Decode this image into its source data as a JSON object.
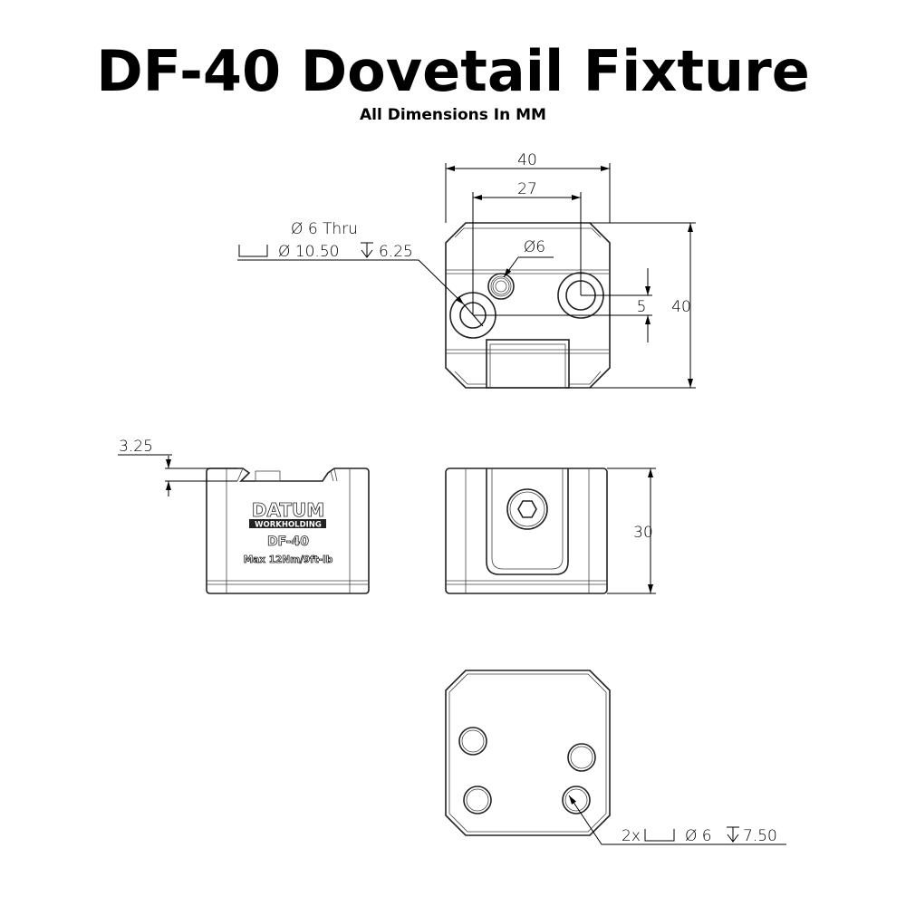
{
  "title": "DF-40 Dovetail Fixture",
  "subtitle": "All Dimensions In MM",
  "dimensions": {
    "top_width": "40",
    "hole_spacing": "27",
    "top_height": "40",
    "hole_offset": "5",
    "small_hole": "Ø6",
    "thru_hole": "Ø 6 Thru",
    "counterbore_dia": "Ø 10.50",
    "counterbore_depth": "6.25",
    "dovetail_depth": "3.25",
    "front_height": "30",
    "bottom_count": "2x",
    "bottom_dia": "Ø 6",
    "bottom_depth": "7.50"
  },
  "engraving": {
    "brand": "DATUM",
    "brand_sub": "WORKHOLDING",
    "model": "DF-40",
    "torque": "Max 12Nm/9ft-lb"
  }
}
